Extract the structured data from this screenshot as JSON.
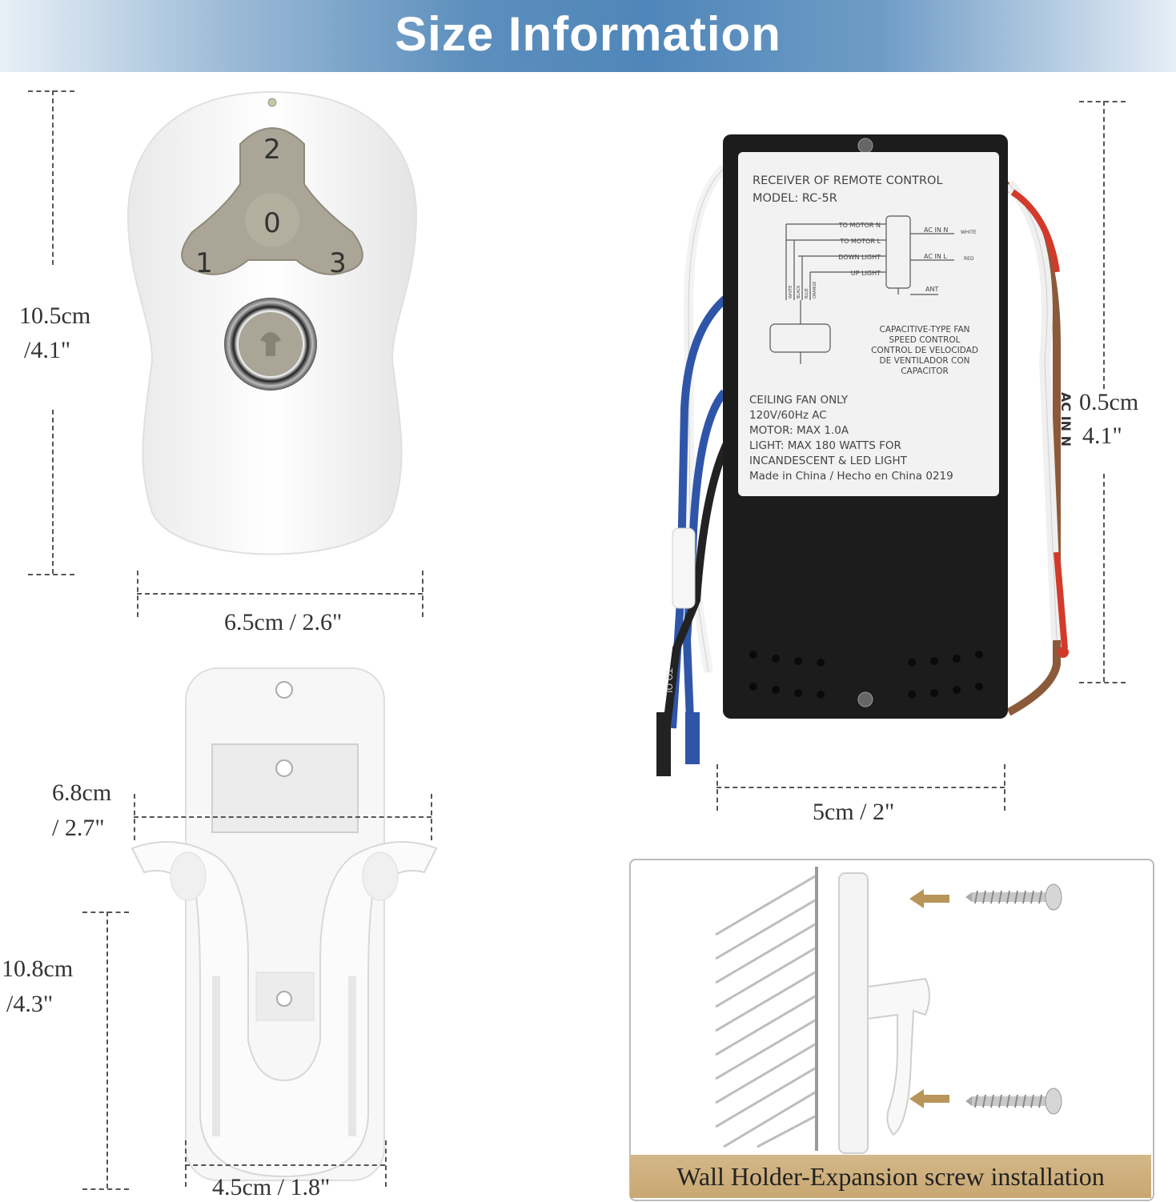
{
  "header": {
    "title": "Size Information"
  },
  "remote": {
    "buttons": [
      "2",
      "0",
      "1",
      "3"
    ],
    "height_cm": "10.5cm",
    "height_in": "/4.1\"",
    "width": "6.5cm / 2.6\""
  },
  "holder": {
    "width_cm": "6.8cm",
    "width_in": "/ 2.7\"",
    "height_cm": "10.8cm",
    "height_in": "/4.3\"",
    "bottom_width": "4.5cm / 1.8\""
  },
  "receiver": {
    "height_cm": "0.5cm",
    "height_in": "4.1\"",
    "width": "5cm / 2\"",
    "label": {
      "title": "RECEIVER OF REMOTE CONTROL",
      "model": "MODEL: RC-5R",
      "to_motor_n": "TO MOTOR N",
      "to_motor_l": "TO MOTOR L",
      "down_light": "DOWN LIGHT",
      "up_light": "UP LIGHT",
      "ac_in_n": "AC IN N",
      "white": "WHITE",
      "ac_in_l": "AC IN L",
      "red": "RED",
      "ant": "ANT",
      "wire_colors": [
        "WHITE",
        "BLACK",
        "BLUE",
        "ORANGE"
      ],
      "capacitive": [
        "CAPACITIVE-TYPE FAN",
        "SPEED CONTROL",
        "CONTROL DE VELOCIDAD",
        "DE VENTILADOR CON",
        "CAPACITOR"
      ],
      "specs": [
        "CEILING FAN ONLY",
        "120V/60Hz AC",
        "MOTOR: MAX 1.0A",
        "LIGHT: MAX 180 WATTS FOR",
        "INCANDESCENT & LED LIGHT",
        "Made in China / Hecho en China 0219"
      ]
    },
    "wire_texts": [
      "AC IN N",
      "TO OL"
    ]
  },
  "installation": {
    "caption": "Wall Holder-Expansion screw installation"
  },
  "colors": {
    "banner": "#4f86b9",
    "button_gray": "#aaa596",
    "receiver_black": "#1c1c1c",
    "caption_gold": "#c8a771"
  }
}
